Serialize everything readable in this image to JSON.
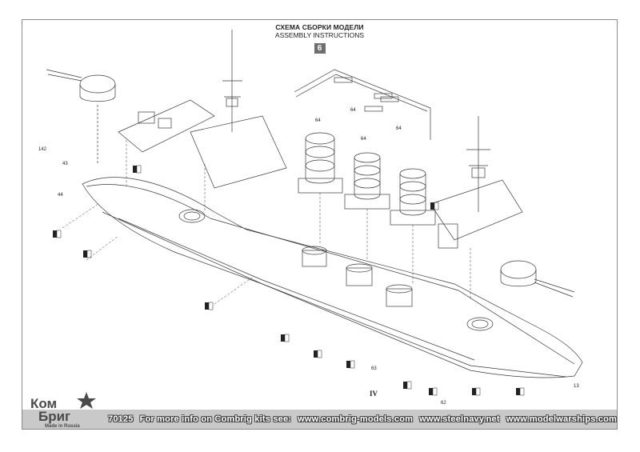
{
  "title": {
    "ru": "СХЕМА СБОРКИ МОДЕЛИ",
    "en": "ASSEMBLY INSTRUCTIONS",
    "step": "6"
  },
  "part_labels": {
    "p142": "142",
    "p43": "43",
    "p44": "44",
    "p64a": "64",
    "p64b": "64",
    "p64c": "64",
    "p64d": "64",
    "p63": "63",
    "p62": "62",
    "p13": "13",
    "section": "IV"
  },
  "footer": {
    "logo_top": "Ком",
    "logo_bottom": "Бриг",
    "logo_tagline": "Made in Russia",
    "item_number": "70125",
    "info_text": "For more info on Combrig kits see:",
    "url1": "www.combrig-models.com",
    "url2": "www.steelnavy.net",
    "url3": "www.modelwarships.com"
  },
  "colors": {
    "line": "#3a3a3a",
    "footer_bg": "#c9c9c9",
    "step_bg": "#6f6f6f"
  }
}
